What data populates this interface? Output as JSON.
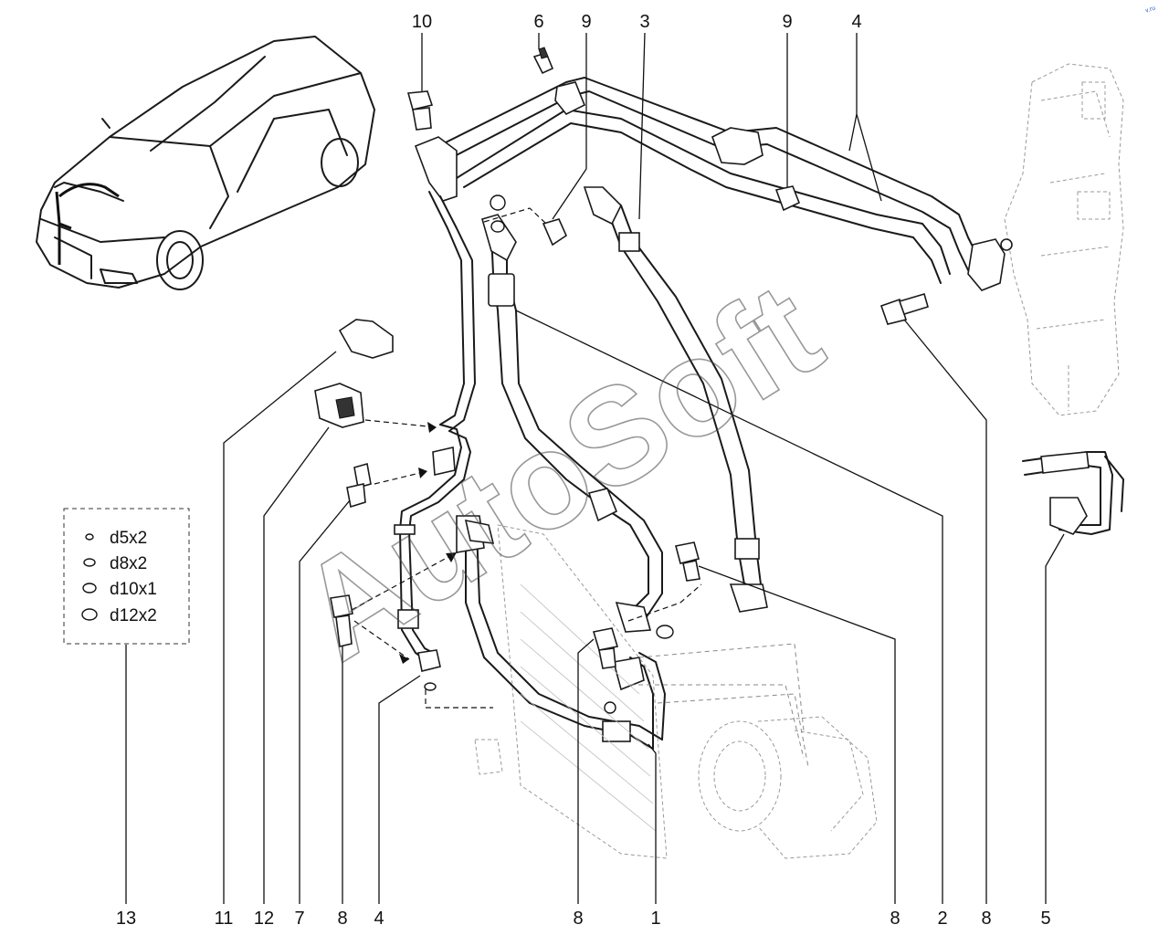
{
  "callouts_top": [
    {
      "id": "top-10",
      "label": "10"
    },
    {
      "id": "top-6",
      "label": "6"
    },
    {
      "id": "top-9a",
      "label": "9"
    },
    {
      "id": "top-3",
      "label": "3"
    },
    {
      "id": "top-9b",
      "label": "9"
    },
    {
      "id": "top-4",
      "label": "4"
    }
  ],
  "callouts_bottom": [
    {
      "id": "bottom-13",
      "label": "13"
    },
    {
      "id": "bottom-11",
      "label": "11"
    },
    {
      "id": "bottom-12",
      "label": "12"
    },
    {
      "id": "bottom-7",
      "label": "7"
    },
    {
      "id": "bottom-8a",
      "label": "8"
    },
    {
      "id": "bottom-4",
      "label": "4"
    },
    {
      "id": "bottom-8b",
      "label": "8"
    },
    {
      "id": "bottom-1",
      "label": "1"
    },
    {
      "id": "bottom-8c",
      "label": "8"
    },
    {
      "id": "bottom-2",
      "label": "2"
    },
    {
      "id": "bottom-8d",
      "label": "8"
    },
    {
      "id": "bottom-5",
      "label": "5"
    }
  ],
  "legend": {
    "items": [
      "d5x2",
      "d8x2",
      "d10x1",
      "d12x2"
    ]
  },
  "watermark": "AutoSoft",
  "corner_mark": "v.ru"
}
